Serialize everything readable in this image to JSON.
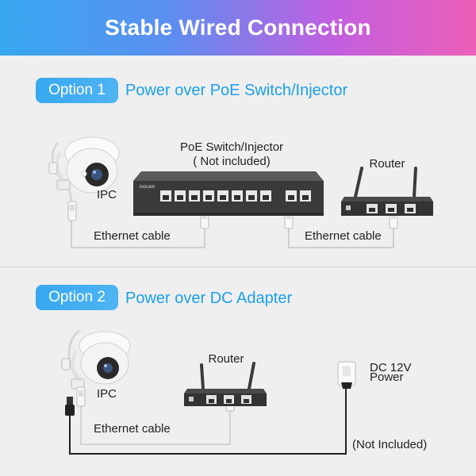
{
  "header": {
    "title": "Stable Wired Connection"
  },
  "option1": {
    "badge": "Option 1",
    "title": "Power over PoE Switch/Injector",
    "switch_label_line1": "PoE Switch/Injector",
    "switch_label_line2": "( Not included)",
    "router_label": "Router",
    "ipc_label": "IPC",
    "cable_label_left": "Ethernet cable",
    "cable_label_right": "Ethernet cable",
    "switch_brand": "loocam"
  },
  "option2": {
    "badge": "Option 2",
    "title": "Power over DC Adapter",
    "router_label": "Router",
    "ipc_label": "IPC",
    "cable_label": "Ethernet cable",
    "adapter_label_line1": "DC 12V",
    "adapter_label_line2": "Power",
    "adapter_note": "(Not Included)"
  }
}
